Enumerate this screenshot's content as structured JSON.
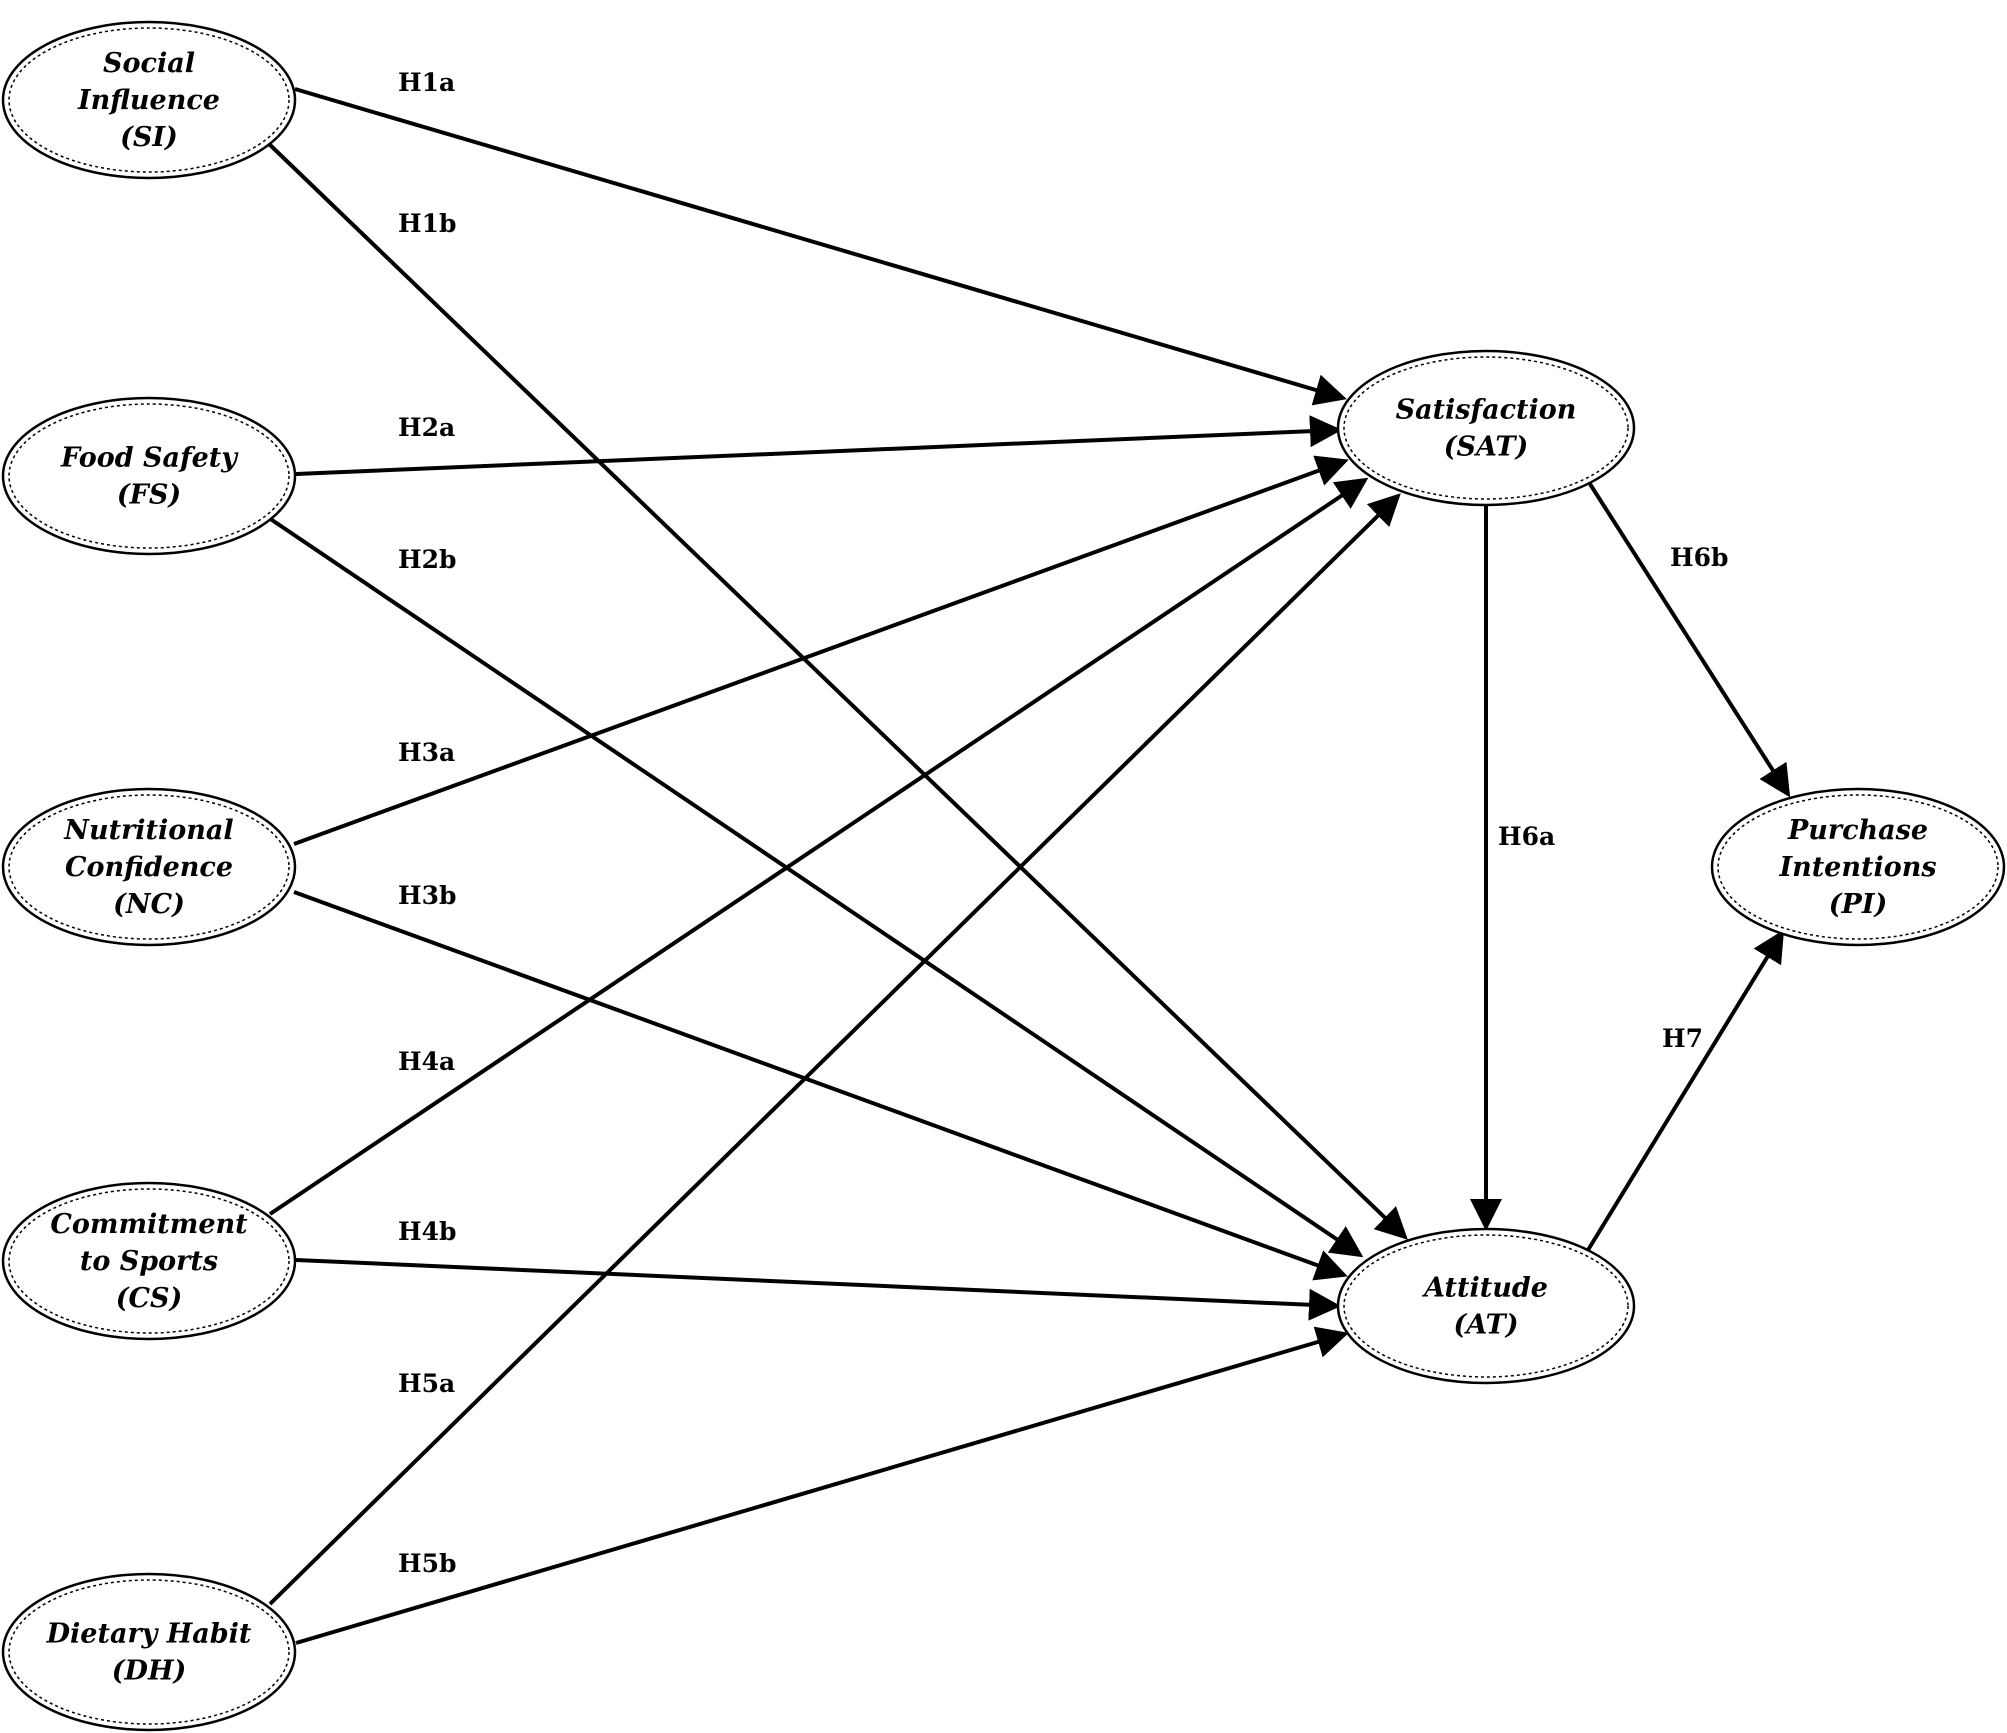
{
  "nodes": [
    {
      "id": "SI",
      "lines": [
        "Social",
        "Influence",
        "(SI)"
      ]
    },
    {
      "id": "FS",
      "lines": [
        "Food Safety",
        "(FS)"
      ]
    },
    {
      "id": "NC",
      "lines": [
        "Nutritional",
        "Confidence",
        "(NC)"
      ]
    },
    {
      "id": "CS",
      "lines": [
        "Commitment",
        "to Sports",
        "(CS)"
      ]
    },
    {
      "id": "DH",
      "lines": [
        "Dietary Habit",
        "(DH)"
      ]
    },
    {
      "id": "SAT",
      "lines": [
        "Satisfaction",
        "(SAT)"
      ]
    },
    {
      "id": "AT",
      "lines": [
        "Attitude",
        "(AT)"
      ]
    },
    {
      "id": "PI",
      "lines": [
        "Purchase",
        "Intentions",
        "(PI)"
      ]
    }
  ],
  "edges": [
    {
      "label": "H1a",
      "from": "SI",
      "to": "SAT"
    },
    {
      "label": "H1b",
      "from": "SI",
      "to": "AT"
    },
    {
      "label": "H2a",
      "from": "FS",
      "to": "SAT"
    },
    {
      "label": "H2b",
      "from": "FS",
      "to": "AT"
    },
    {
      "label": "H3a",
      "from": "NC",
      "to": "SAT"
    },
    {
      "label": "H3b",
      "from": "NC",
      "to": "AT"
    },
    {
      "label": "H4a",
      "from": "CS",
      "to": "SAT"
    },
    {
      "label": "H4b",
      "from": "CS",
      "to": "AT"
    },
    {
      "label": "H5a",
      "from": "DH",
      "to": "SAT"
    },
    {
      "label": "H5b",
      "from": "DH",
      "to": "AT"
    },
    {
      "label": "H6a",
      "from": "SAT",
      "to": "AT"
    },
    {
      "label": "H6b",
      "from": "SAT",
      "to": "PI"
    },
    {
      "label": "H7",
      "from": "AT",
      "to": "PI"
    }
  ]
}
